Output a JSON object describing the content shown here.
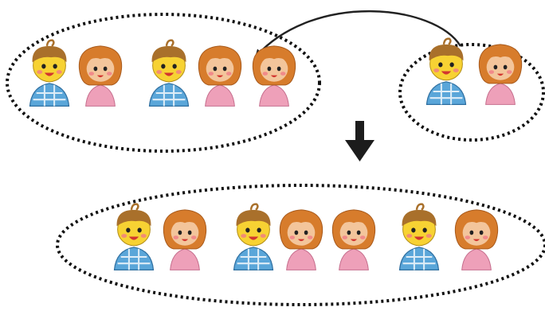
{
  "colors": {
    "background": "#ffffff",
    "outline": "#111111",
    "arrow": "#222222",
    "boy_hair": "#a9702b",
    "boy_skin": "#f7d233",
    "boy_shirt": "#5aa6d9",
    "girl_hair": "#d77c2c",
    "girl_skin": "#f3c59b",
    "girl_shirt": "#eea0b9",
    "cheek": "#f07a86",
    "mouth": "#d2352f"
  },
  "groups": {
    "top_left": [
      "boy",
      "girl",
      "boy",
      "girl",
      "girl"
    ],
    "top_right": [
      "boy",
      "girl"
    ],
    "bottom": [
      "boy",
      "girl",
      "boy",
      "girl",
      "girl",
      "boy",
      "girl"
    ]
  },
  "arrows": {
    "curved": "curved-arrow-from-right-group-to-left-group",
    "down": "down-arrow-indicating-result"
  }
}
